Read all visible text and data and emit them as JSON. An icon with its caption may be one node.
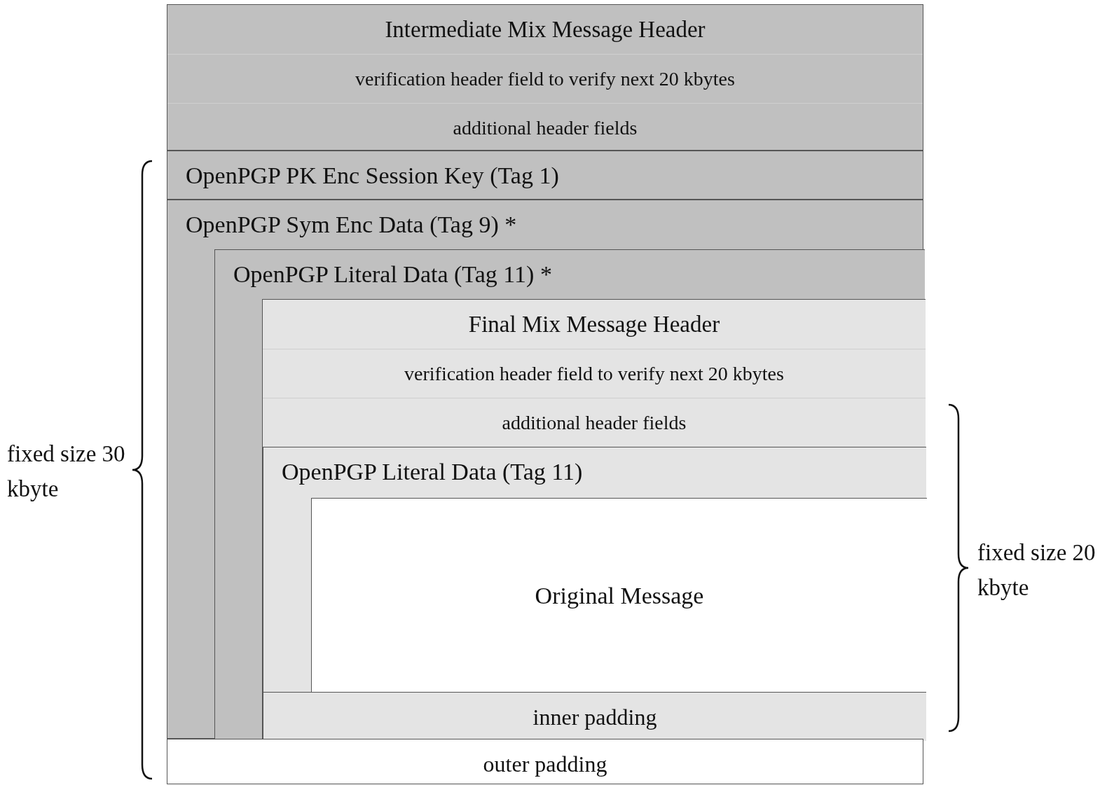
{
  "diagram": {
    "nodes": [
      {
        "text": [
          "Intermediate Mix Message Header",
          "verification header field to verify next 20 kbytes",
          "additional header fields"
        ]
      },
      {
        "text": [
          "OpenPGP PK Enc Session Key (Tag 1)"
        ]
      },
      {
        "text": [
          "OpenPGP Sym Enc Data (Tag 9) *"
        ]
      },
      {
        "text": [
          "OpenPGP Literal Data (Tag 11) *"
        ],
        "in": 2
      },
      {
        "text": [
          "Final Mix Message Header",
          "verification header field to verify next 20 kbytes",
          "additional header fields"
        ],
        "in": 3
      },
      {
        "text": [
          "OpenPGP Literal Data (Tag 11)"
        ],
        "in": 4
      },
      {
        "text": [
          "Original Message"
        ],
        "in": 5
      },
      {
        "text": [
          "inner padding"
        ],
        "in": 4
      },
      {
        "text": [
          "outer padding"
        ]
      }
    ],
    "labels": [
      "fixed size 30 kbyte",
      "fixed size 20 kbyte"
    ]
  }
}
